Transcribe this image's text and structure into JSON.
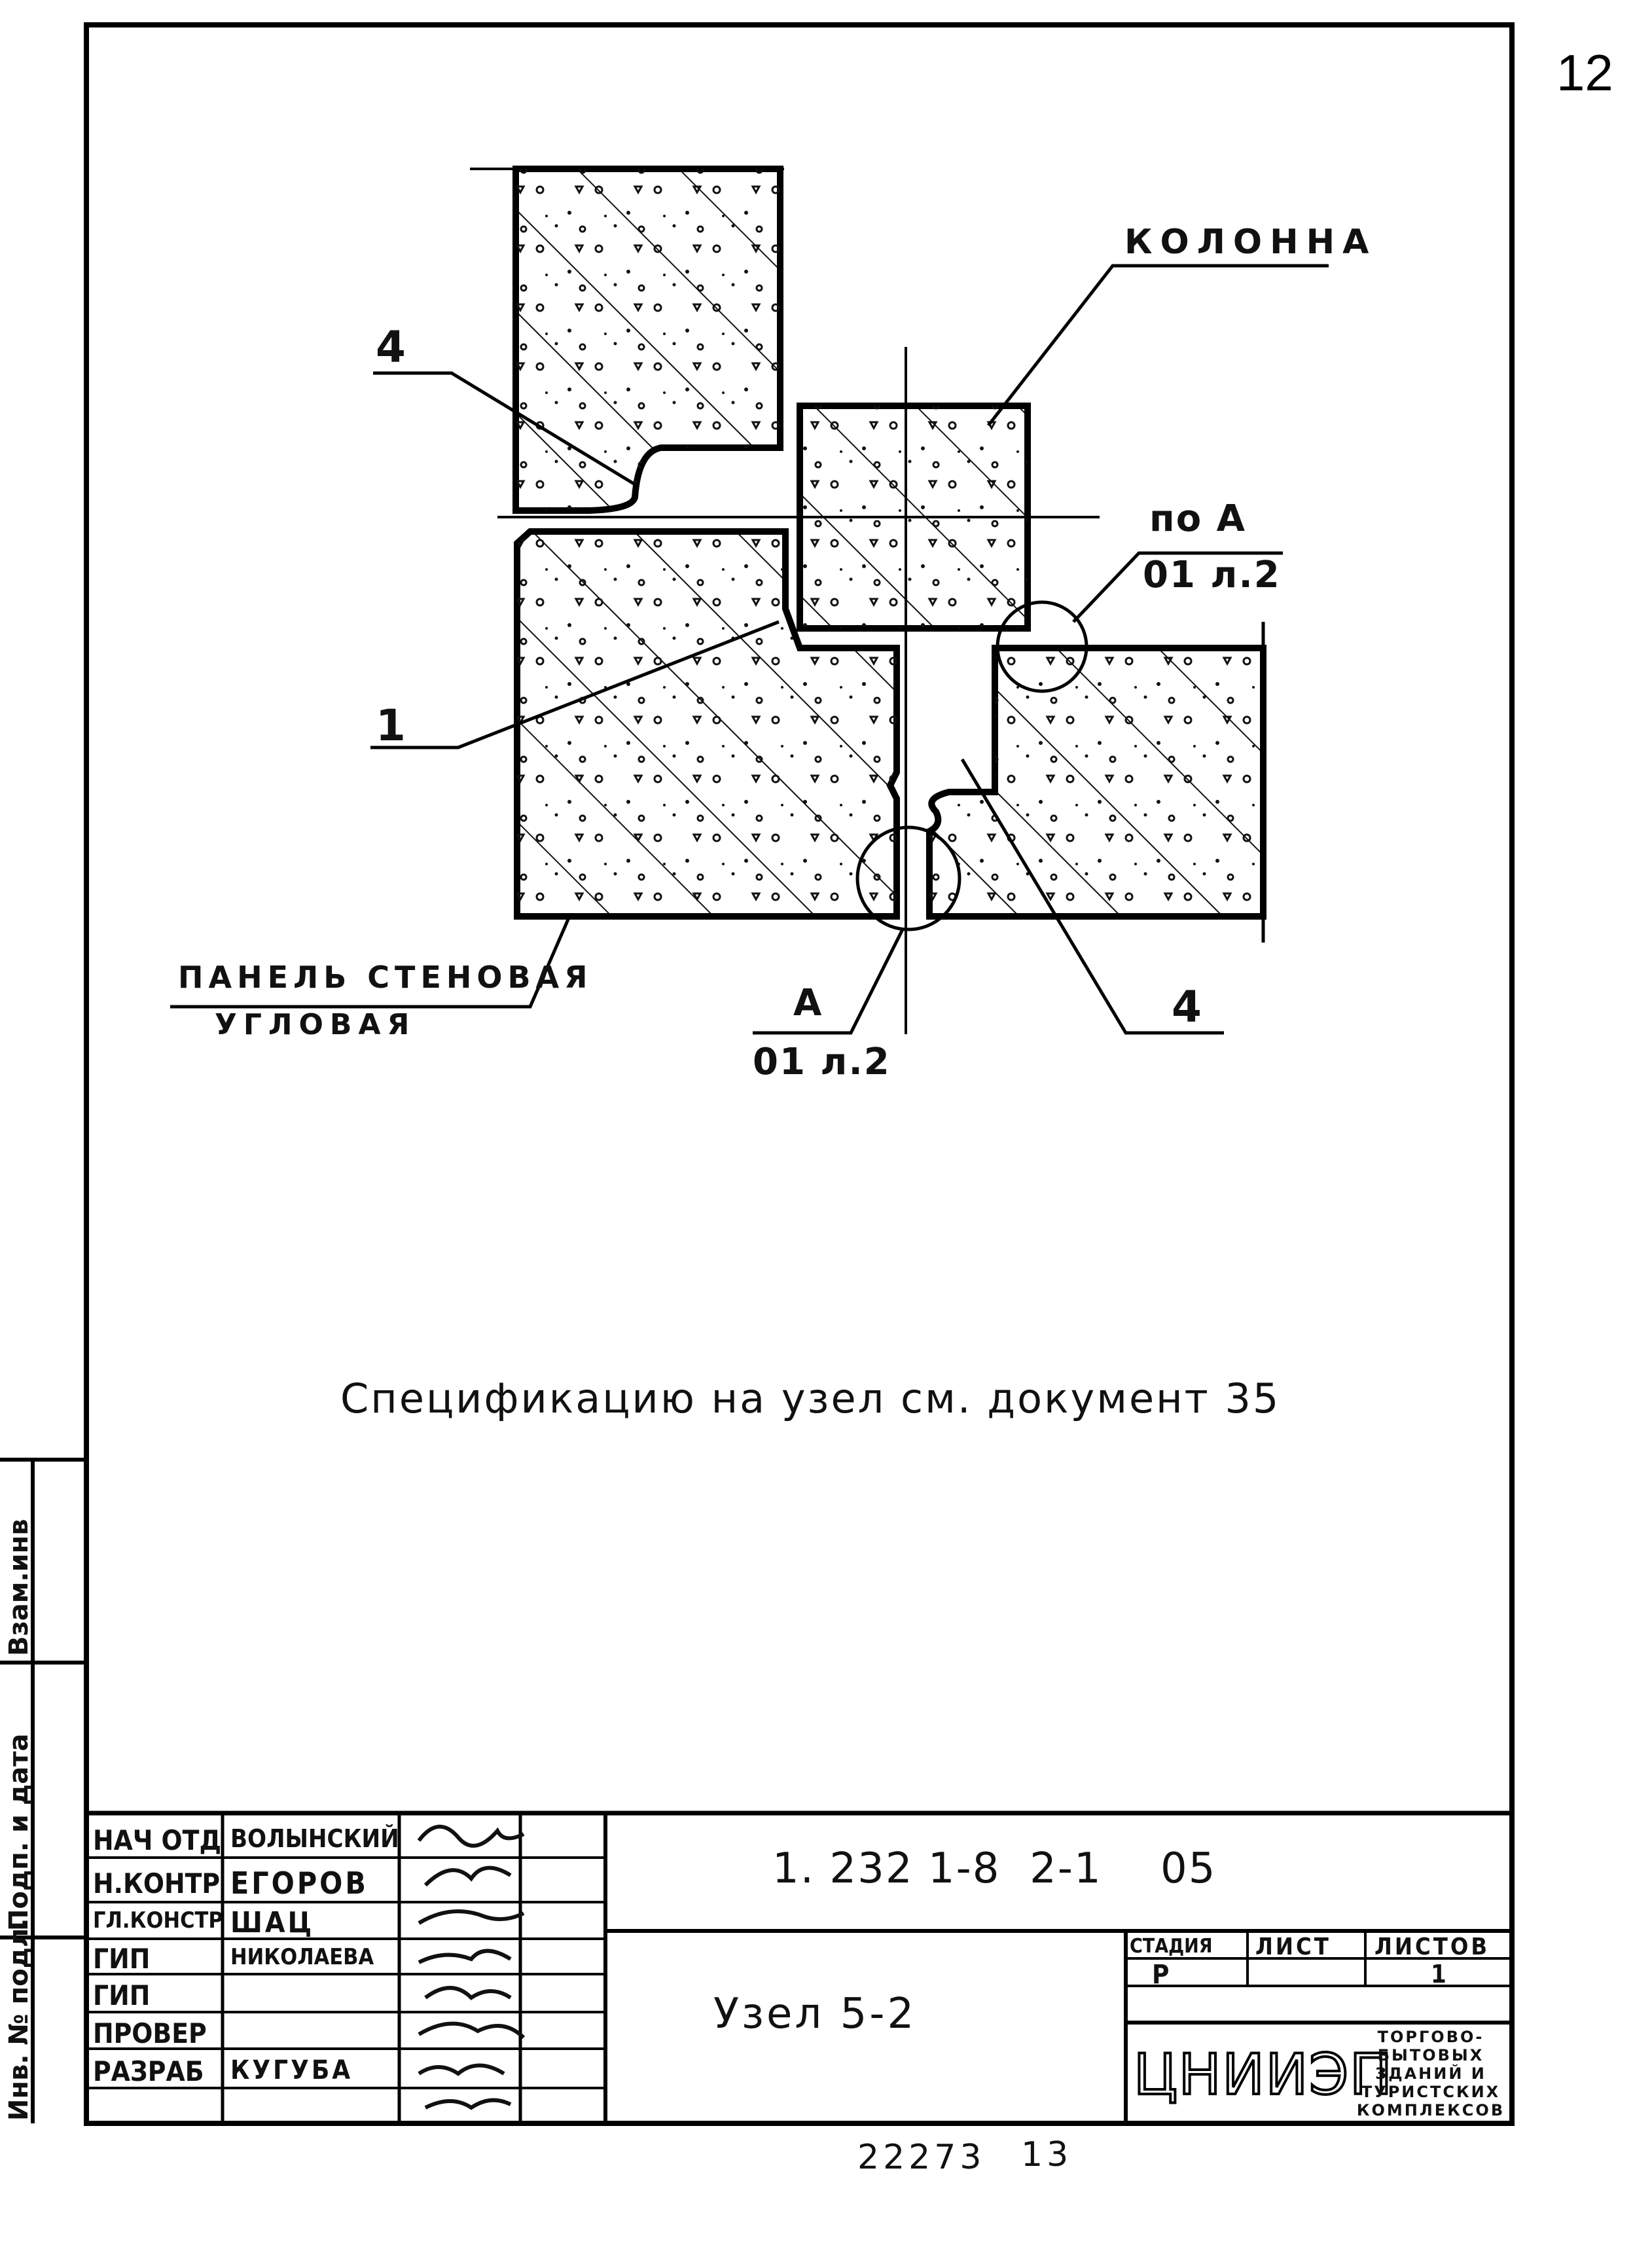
{
  "sheet_number": "12",
  "drawing": {
    "label_column": "КОЛОННА",
    "label_item_4_top": "4",
    "label_item_1": "1",
    "label_item_4_bottom": "4",
    "label_ref_top_line1": "по А",
    "label_ref_top_line2": "01 л.2",
    "label_ref_bottom_line1": "А",
    "label_ref_bottom_line2": "01 л.2",
    "label_panel_line1": "ПАНЕЛЬ СТЕНОВАЯ",
    "label_panel_line2": "УГЛОВАЯ"
  },
  "note": "Спецификацию на узел см. документ 35",
  "title_block": {
    "doc_code": "1. 232 1-8  2-1    05",
    "title": "Узел 5-2",
    "roles": [
      "НАЧ ОТД",
      "Н.КОНТР",
      "ГЛ.КОНСТР",
      "ГИП",
      "ГИП",
      "ПРОВЕР",
      "РАЗРАБ"
    ],
    "names": [
      "ВОЛЫНСКИЙ",
      "ЕГОРОВ",
      "ШАЦ",
      "НИКОЛАЕВА",
      "",
      "",
      "КУГУБА"
    ],
    "stage_header": "СТАДИЯ",
    "sheet_header": "ЛИСТ",
    "sheets_header": "ЛИСТОВ",
    "stage": "Р",
    "sheets": "1",
    "org_logo": "ЦНИИЭП",
    "org_text": "ТОРГОВО-БЫТОВЫХ ЗДАНИЙ И ТУРИСТСКИХ КОМПЛЕКСОВ"
  },
  "side_stamp": {
    "upper": "Взам.инв",
    "middle": "Подп. и дата",
    "lower": "Инв. № подл."
  },
  "footer": {
    "code": "22273",
    "number": "13"
  }
}
